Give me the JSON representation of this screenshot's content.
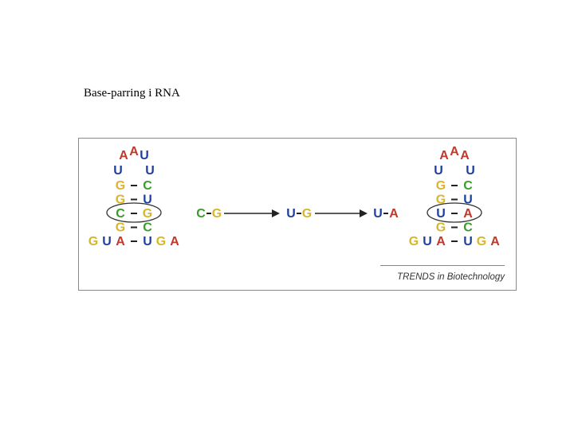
{
  "slide": {
    "title": "Base-parring i RNA"
  },
  "colors": {
    "A": "#c0392b",
    "U": "#1f3fa0",
    "G": "#d9b52a",
    "C": "#3c9a2e",
    "arrow": "#222222",
    "pair_dash": "#222222"
  },
  "figure": {
    "left_hairpin": {
      "loop": [
        "A",
        "A",
        "U"
      ],
      "loop_sides": [
        "U",
        "U"
      ],
      "stem": [
        [
          "G",
          "C"
        ],
        [
          "G",
          "U"
        ],
        [
          "C",
          "G"
        ],
        [
          "G",
          "C"
        ],
        [
          "A",
          "U"
        ]
      ],
      "tail_left": [
        "G",
        "U"
      ],
      "tail_right": [
        "G",
        "A"
      ],
      "circled_pair": 2
    },
    "transitions": [
      [
        "C",
        "G"
      ],
      [
        "U",
        "G"
      ],
      [
        "U",
        "A"
      ]
    ],
    "right_hairpin": {
      "loop": [
        "A",
        "A",
        "A"
      ],
      "loop_sides": [
        "U",
        "U"
      ],
      "stem": [
        [
          "G",
          "C"
        ],
        [
          "G",
          "U"
        ],
        [
          "U",
          "A"
        ],
        [
          "G",
          "C"
        ],
        [
          "A",
          "U"
        ]
      ],
      "tail_left": [
        "G",
        "U"
      ],
      "tail_right": [
        "G",
        "A"
      ],
      "circled_pair": 2
    },
    "credit": "TRENDS in Biotechnology"
  }
}
